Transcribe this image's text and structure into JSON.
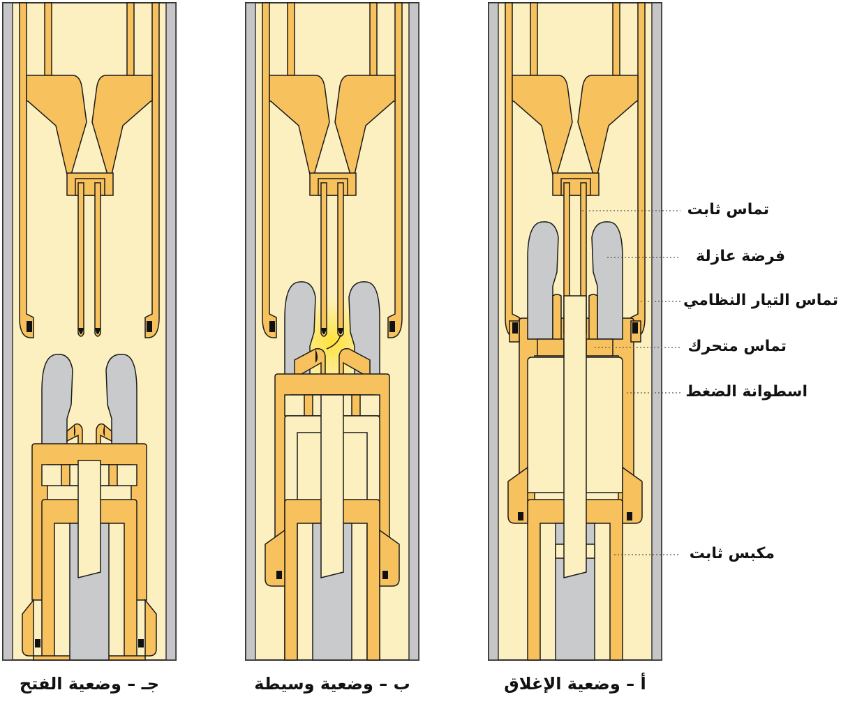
{
  "colors": {
    "background": "#ffffff",
    "chamber": "#fdf0c0",
    "metal": "#f7c25e",
    "metal_stroke": "#1a1a1a",
    "insulator": "#c9cacc",
    "wall": "#c6c6c8",
    "arc_glow": "#ffe14a"
  },
  "labels": [
    {
      "text": "تماس ثابت"
    },
    {
      "text": "فرضة عازلة"
    },
    {
      "text": "تماس التيار النظامي"
    },
    {
      "text": "تماس متحرك"
    },
    {
      "text": "اسطوانة الضغط"
    },
    {
      "text": "مكبس ثابت"
    }
  ],
  "captions": [
    {
      "text": "جـ – وضعية الفتح"
    },
    {
      "text": "ب – وضعية وسيطة"
    },
    {
      "text": "أ – وضعية الإغلاق"
    }
  ]
}
